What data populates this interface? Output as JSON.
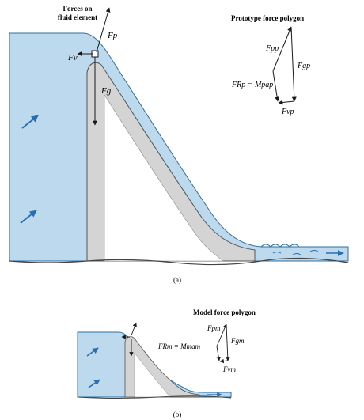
{
  "prototype": {
    "element_title_line1": "Forces on",
    "element_title_line2": "fluid element",
    "force_pressure": "Fp",
    "force_viscous": "Fv",
    "force_gravity": "Fg",
    "polygon_title": "Prototype force polygon",
    "poly_pressure": "Fpp",
    "poly_gravity": "Fgp",
    "poly_resultant": "FRp = Mpap",
    "poly_viscous": "Fvp",
    "caption": "(a)"
  },
  "model": {
    "polygon_title": "Model force polygon",
    "poly_pressure": "Fpm",
    "poly_gravity": "Fgm",
    "poly_resultant": "FRm = Mmam",
    "poly_viscous": "Fvm",
    "caption": "(b)"
  },
  "colors": {
    "water": "#bcd9ee",
    "water_edge": "#2f6f9f",
    "flow_arrow": "#2a6db0",
    "spillway": "#d4d4d4",
    "ink": "#1a1a1a"
  }
}
